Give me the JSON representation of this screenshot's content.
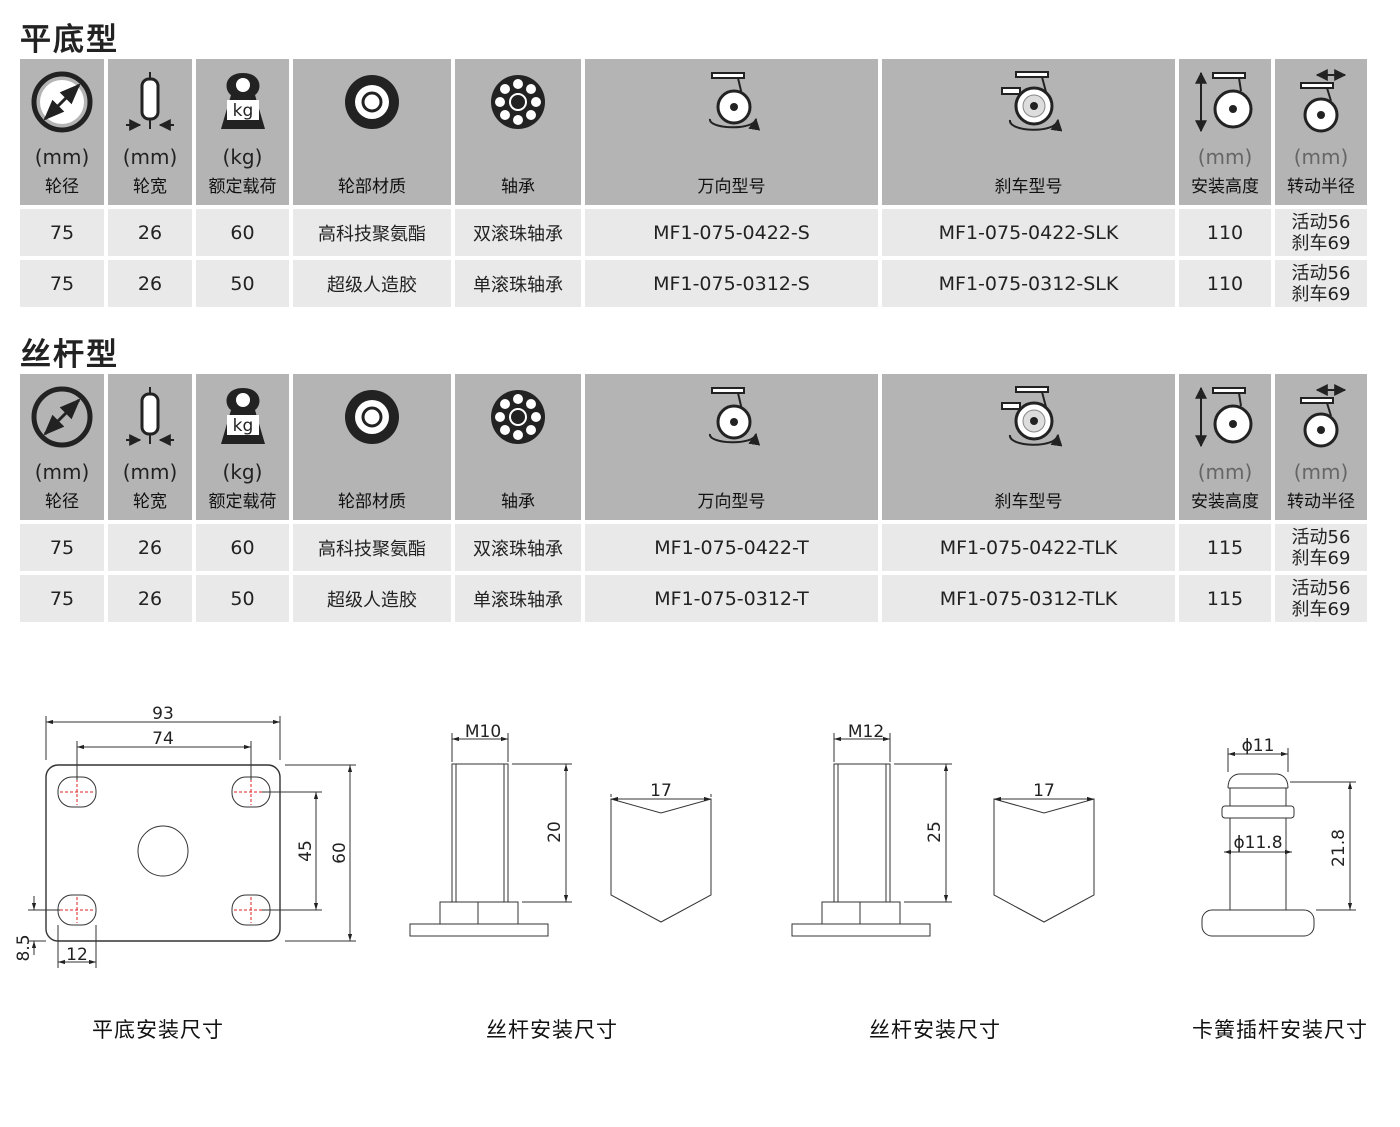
{
  "sections": [
    {
      "title": "平底型",
      "headers": [
        {
          "icon": "wheel-diameter-icon",
          "unit": "(mm)",
          "label": "轮径"
        },
        {
          "icon": "wheel-width-icon",
          "unit": "(mm)",
          "label": "轮宽"
        },
        {
          "icon": "weight-kg-icon",
          "unit": "(kg)",
          "label": "额定载荷"
        },
        {
          "icon": "wheel-material-icon",
          "unit": "",
          "label": "轮部材质"
        },
        {
          "icon": "bearing-icon",
          "unit": "",
          "label": "轴承"
        },
        {
          "icon": "swivel-caster-icon",
          "unit": "",
          "label": "万向型号"
        },
        {
          "icon": "brake-caster-icon",
          "unit": "",
          "label": "刹车型号"
        },
        {
          "icon": "mount-height-icon",
          "unit": "(mm)",
          "label": "安装高度"
        },
        {
          "icon": "swivel-radius-icon",
          "unit": "(mm)",
          "label": "转动半径"
        }
      ],
      "rows": [
        [
          "75",
          "26",
          "60",
          "高科技聚氨酯",
          "双滚珠轴承",
          "MF1-075-0422-S",
          "MF1-075-0422-SLK",
          "110",
          "活动56",
          "刹车69"
        ],
        [
          "75",
          "26",
          "50",
          "超级人造胶",
          "单滚珠轴承",
          "MF1-075-0312-S",
          "MF1-075-0312-SLK",
          "110",
          "活动56",
          "刹车69"
        ]
      ]
    },
    {
      "title": "丝杆型",
      "headers": [
        {
          "icon": "wheel-diameter-icon",
          "unit": "(mm)",
          "label": "轮径"
        },
        {
          "icon": "wheel-width-icon",
          "unit": "(mm)",
          "label": "轮宽"
        },
        {
          "icon": "weight-kg-icon",
          "unit": "(kg)",
          "label": "额定载荷"
        },
        {
          "icon": "wheel-material-icon",
          "unit": "",
          "label": "轮部材质"
        },
        {
          "icon": "bearing-icon",
          "unit": "",
          "label": "轴承"
        },
        {
          "icon": "swivel-caster-icon",
          "unit": "",
          "label": "万向型号"
        },
        {
          "icon": "brake-caster-icon",
          "unit": "",
          "label": "刹车型号"
        },
        {
          "icon": "mount-height-icon",
          "unit": "(mm)",
          "label": "安装高度"
        },
        {
          "icon": "swivel-radius-icon",
          "unit": "(mm)",
          "label": "转动半径"
        }
      ],
      "rows": [
        [
          "75",
          "26",
          "60",
          "高科技聚氨酯",
          "双滚珠轴承",
          "MF1-075-0422-T",
          "MF1-075-0422-TLK",
          "115",
          "活动56",
          "刹车69"
        ],
        [
          "75",
          "26",
          "50",
          "超级人造胶",
          "单滚珠轴承",
          "MF1-075-0312-T",
          "MF1-075-0312-TLK",
          "115",
          "活动56",
          "刹车69"
        ]
      ]
    }
  ],
  "kg_icon_text": "kg",
  "drawings": {
    "flat": {
      "dims": {
        "w_outer": "93",
        "w_inner": "74",
        "h_inner": "45",
        "h_outer": "60",
        "edge_offset": "8.5",
        "hole_width": "12"
      },
      "caption": "平底安装尺寸"
    },
    "stem_m10": {
      "dims": {
        "thread": "M10",
        "length": "20",
        "hex": "17"
      },
      "caption": "丝杆安装尺寸"
    },
    "stem_m12": {
      "dims": {
        "thread": "M12",
        "length": "25",
        "hex": "17"
      },
      "caption": "丝杆安装尺寸"
    },
    "grip_ring": {
      "dims": {
        "top_dia": "ϕ11",
        "ring_dia": "ϕ11.8",
        "length": "21.8"
      },
      "caption": "卡簧插杆安装尺寸"
    }
  }
}
